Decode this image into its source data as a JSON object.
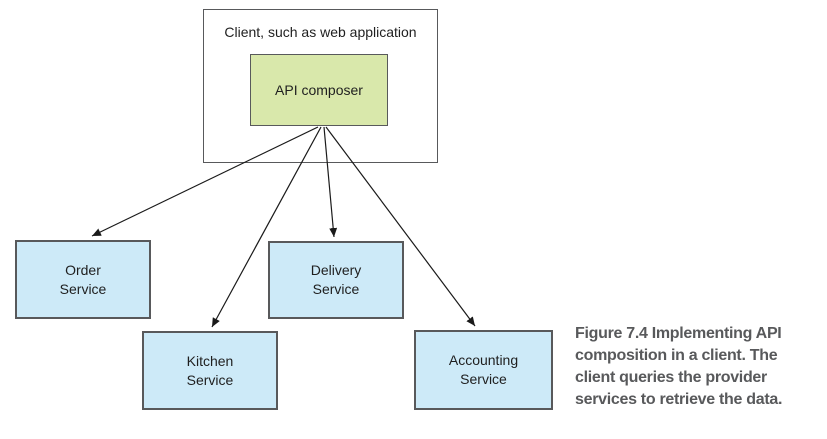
{
  "diagram": {
    "client_box": {
      "label": "Client, such as web application"
    },
    "api_composer": {
      "label": "API composer"
    },
    "services": [
      {
        "id": "order",
        "label": "Order\nService"
      },
      {
        "id": "delivery",
        "label": "Delivery\nService"
      },
      {
        "id": "kitchen",
        "label": "Kitchen\nService"
      },
      {
        "id": "accounting",
        "label": "Accounting\nService"
      }
    ],
    "arrows": [
      {
        "name": "composer-to-order-service"
      },
      {
        "name": "composer-to-kitchen-service"
      },
      {
        "name": "composer-to-delivery-service"
      },
      {
        "name": "composer-to-accounting-service"
      }
    ],
    "colors": {
      "composer_fill": "#d9e8ab",
      "service_fill": "#cdeaf8",
      "border": "#58595b",
      "arrow": "#1a1a1a",
      "caption_text": "#58595b"
    }
  },
  "caption": {
    "lines": [
      "Figure 7.4   Implementing API",
      "composition in a client. The",
      "client queries the provider",
      "services to retrieve the data."
    ]
  }
}
